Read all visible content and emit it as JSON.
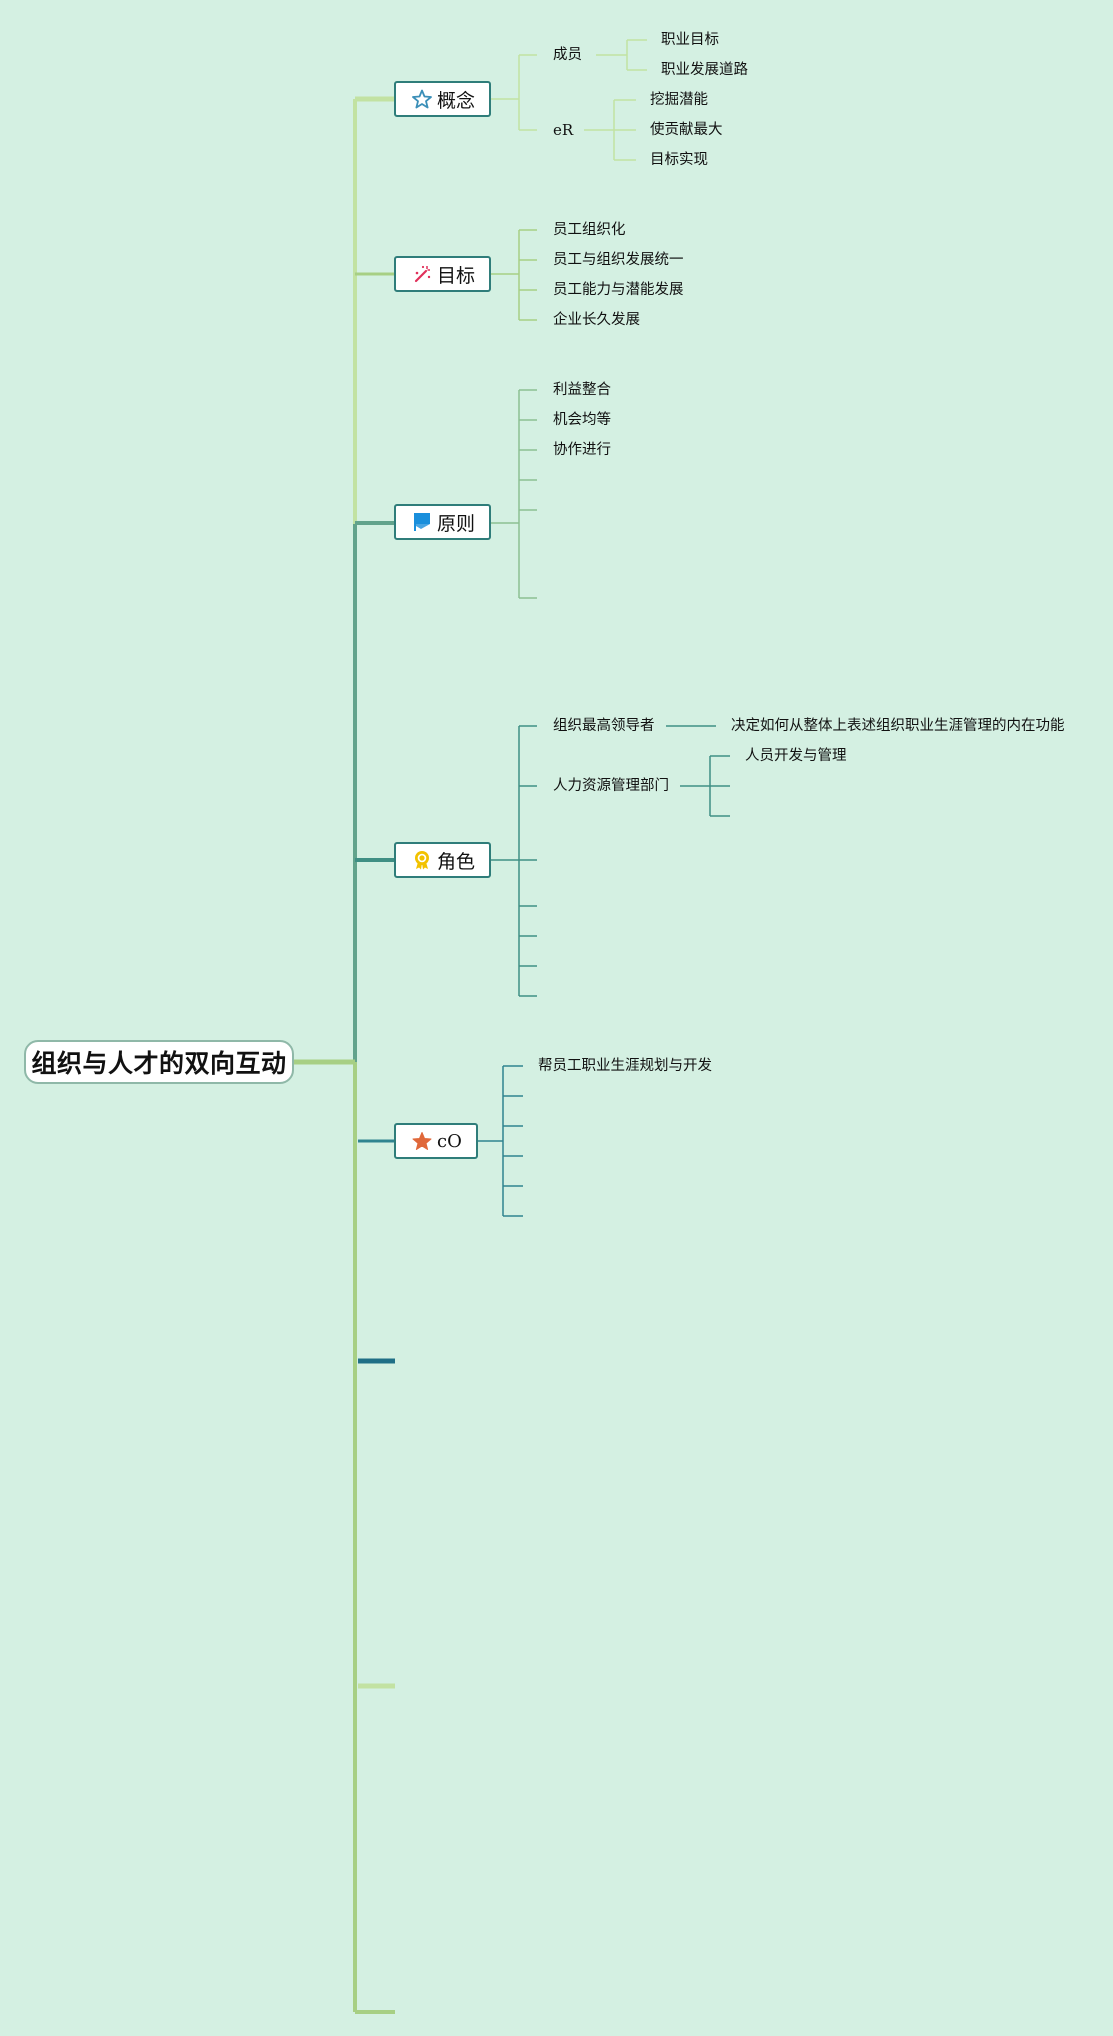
{
  "root": {
    "title": "组织与人才的双向互动"
  },
  "topics": [
    {
      "label": "概念",
      "icon": "star-outline-icon",
      "children": [
        {
          "label": "成员",
          "children": [
            "职业目标",
            "职业发展道路"
          ]
        },
        {
          "label": "eR",
          "children": [
            "挖掘潜能",
            "使贡献最大",
            "目标实现"
          ]
        }
      ]
    },
    {
      "label": "目标",
      "icon": "magic-wand-icon",
      "children": [
        "员工组织化",
        "员工与组织发展统一",
        "员工能力与潜能发展",
        "企业长久发展"
      ]
    },
    {
      "label": "原则",
      "icon": "flag-icon",
      "children": [
        "利益整合",
        "机会均等",
        "协作进行"
      ]
    },
    {
      "label": "角色",
      "icon": "award-ribbon-icon",
      "children": [
        {
          "label": "组织最高领导者",
          "children": [
            "决定如何从整体上表述组织职业生涯管理的内在功能"
          ]
        },
        {
          "label": "人力资源管理部门",
          "children": [
            "人员开发与管理"
          ]
        }
      ]
    },
    {
      "label": "cO",
      "icon": "star-filled-icon",
      "children": [
        "帮员工职业生涯规划与开发"
      ]
    }
  ],
  "colors": {
    "background": "#d4f0e2",
    "branch_light": "#c2e2a2",
    "branch_mid": "#a7cf84",
    "branch_teal": "#3f8f84",
    "branch_blue": "#1f6f86",
    "topic_border": "#2f7d7a",
    "star_outline": "#3b8fb8",
    "wand": "#e0305a",
    "flag": "#1a8fdc",
    "award": "#f2c200",
    "star_filled": "#e0683a"
  }
}
